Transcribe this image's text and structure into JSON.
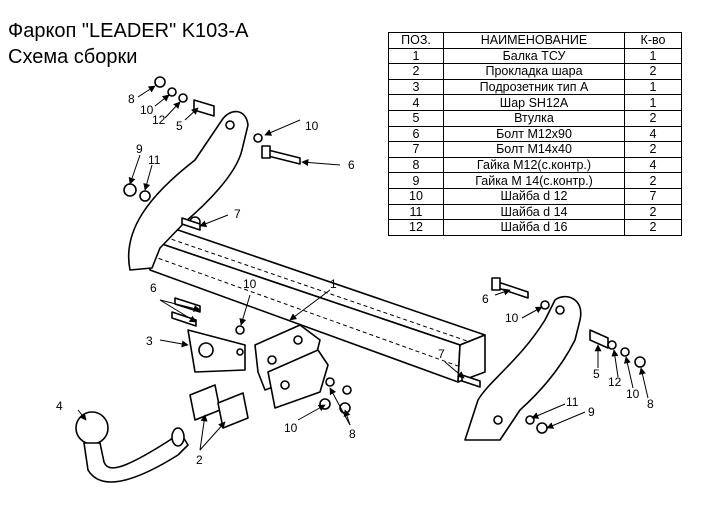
{
  "header": {
    "title_line1": "Фаркоп \"LEADER\" K103-A",
    "title_line2": "Схема сборки"
  },
  "parts_table": {
    "columns": [
      "ПОЗ.",
      "НАИМЕНОВАНИЕ",
      "К-во"
    ],
    "rows": [
      {
        "pos": "1",
        "name": "Балка ТСУ",
        "qty": "1"
      },
      {
        "pos": "2",
        "name": "Прокладка шара",
        "qty": "2"
      },
      {
        "pos": "3",
        "name": "Подрозетник тип А",
        "qty": "1"
      },
      {
        "pos": "4",
        "name": "Шар SH12A",
        "qty": "1"
      },
      {
        "pos": "5",
        "name": "Втулка",
        "qty": "2"
      },
      {
        "pos": "6",
        "name": "Болт М12х90",
        "qty": "4"
      },
      {
        "pos": "7",
        "name": "Болт М14х40",
        "qty": "2"
      },
      {
        "pos": "8",
        "name": "Гайка М12(с.контр.)",
        "qty": "4"
      },
      {
        "pos": "9",
        "name": "Гайка  М 14(с.контр.)",
        "qty": "2"
      },
      {
        "pos": "10",
        "name": "Шайба d 12",
        "qty": "7"
      },
      {
        "pos": "11",
        "name": "Шайба d 14",
        "qty": "2"
      },
      {
        "pos": "12",
        "name": "Шайба d 16",
        "qty": "2"
      }
    ]
  },
  "callouts": {
    "c1": "1",
    "c2": "2",
    "c3": "3",
    "c4": "4",
    "c5a": "5",
    "c5b": "5",
    "c6a": "6",
    "c6b": "6",
    "c6c": "6",
    "c7a": "7",
    "c7b": "7",
    "c8a": "8",
    "c8b": "8",
    "c8c": "8",
    "c9a": "9",
    "c9b": "9",
    "c10a": "10",
    "c10b": "10",
    "c10c": "10",
    "c10d": "10",
    "c10e": "10",
    "c10f": "10",
    "c11a": "11",
    "c11b": "11",
    "c12a": "12",
    "c12b": "12"
  }
}
